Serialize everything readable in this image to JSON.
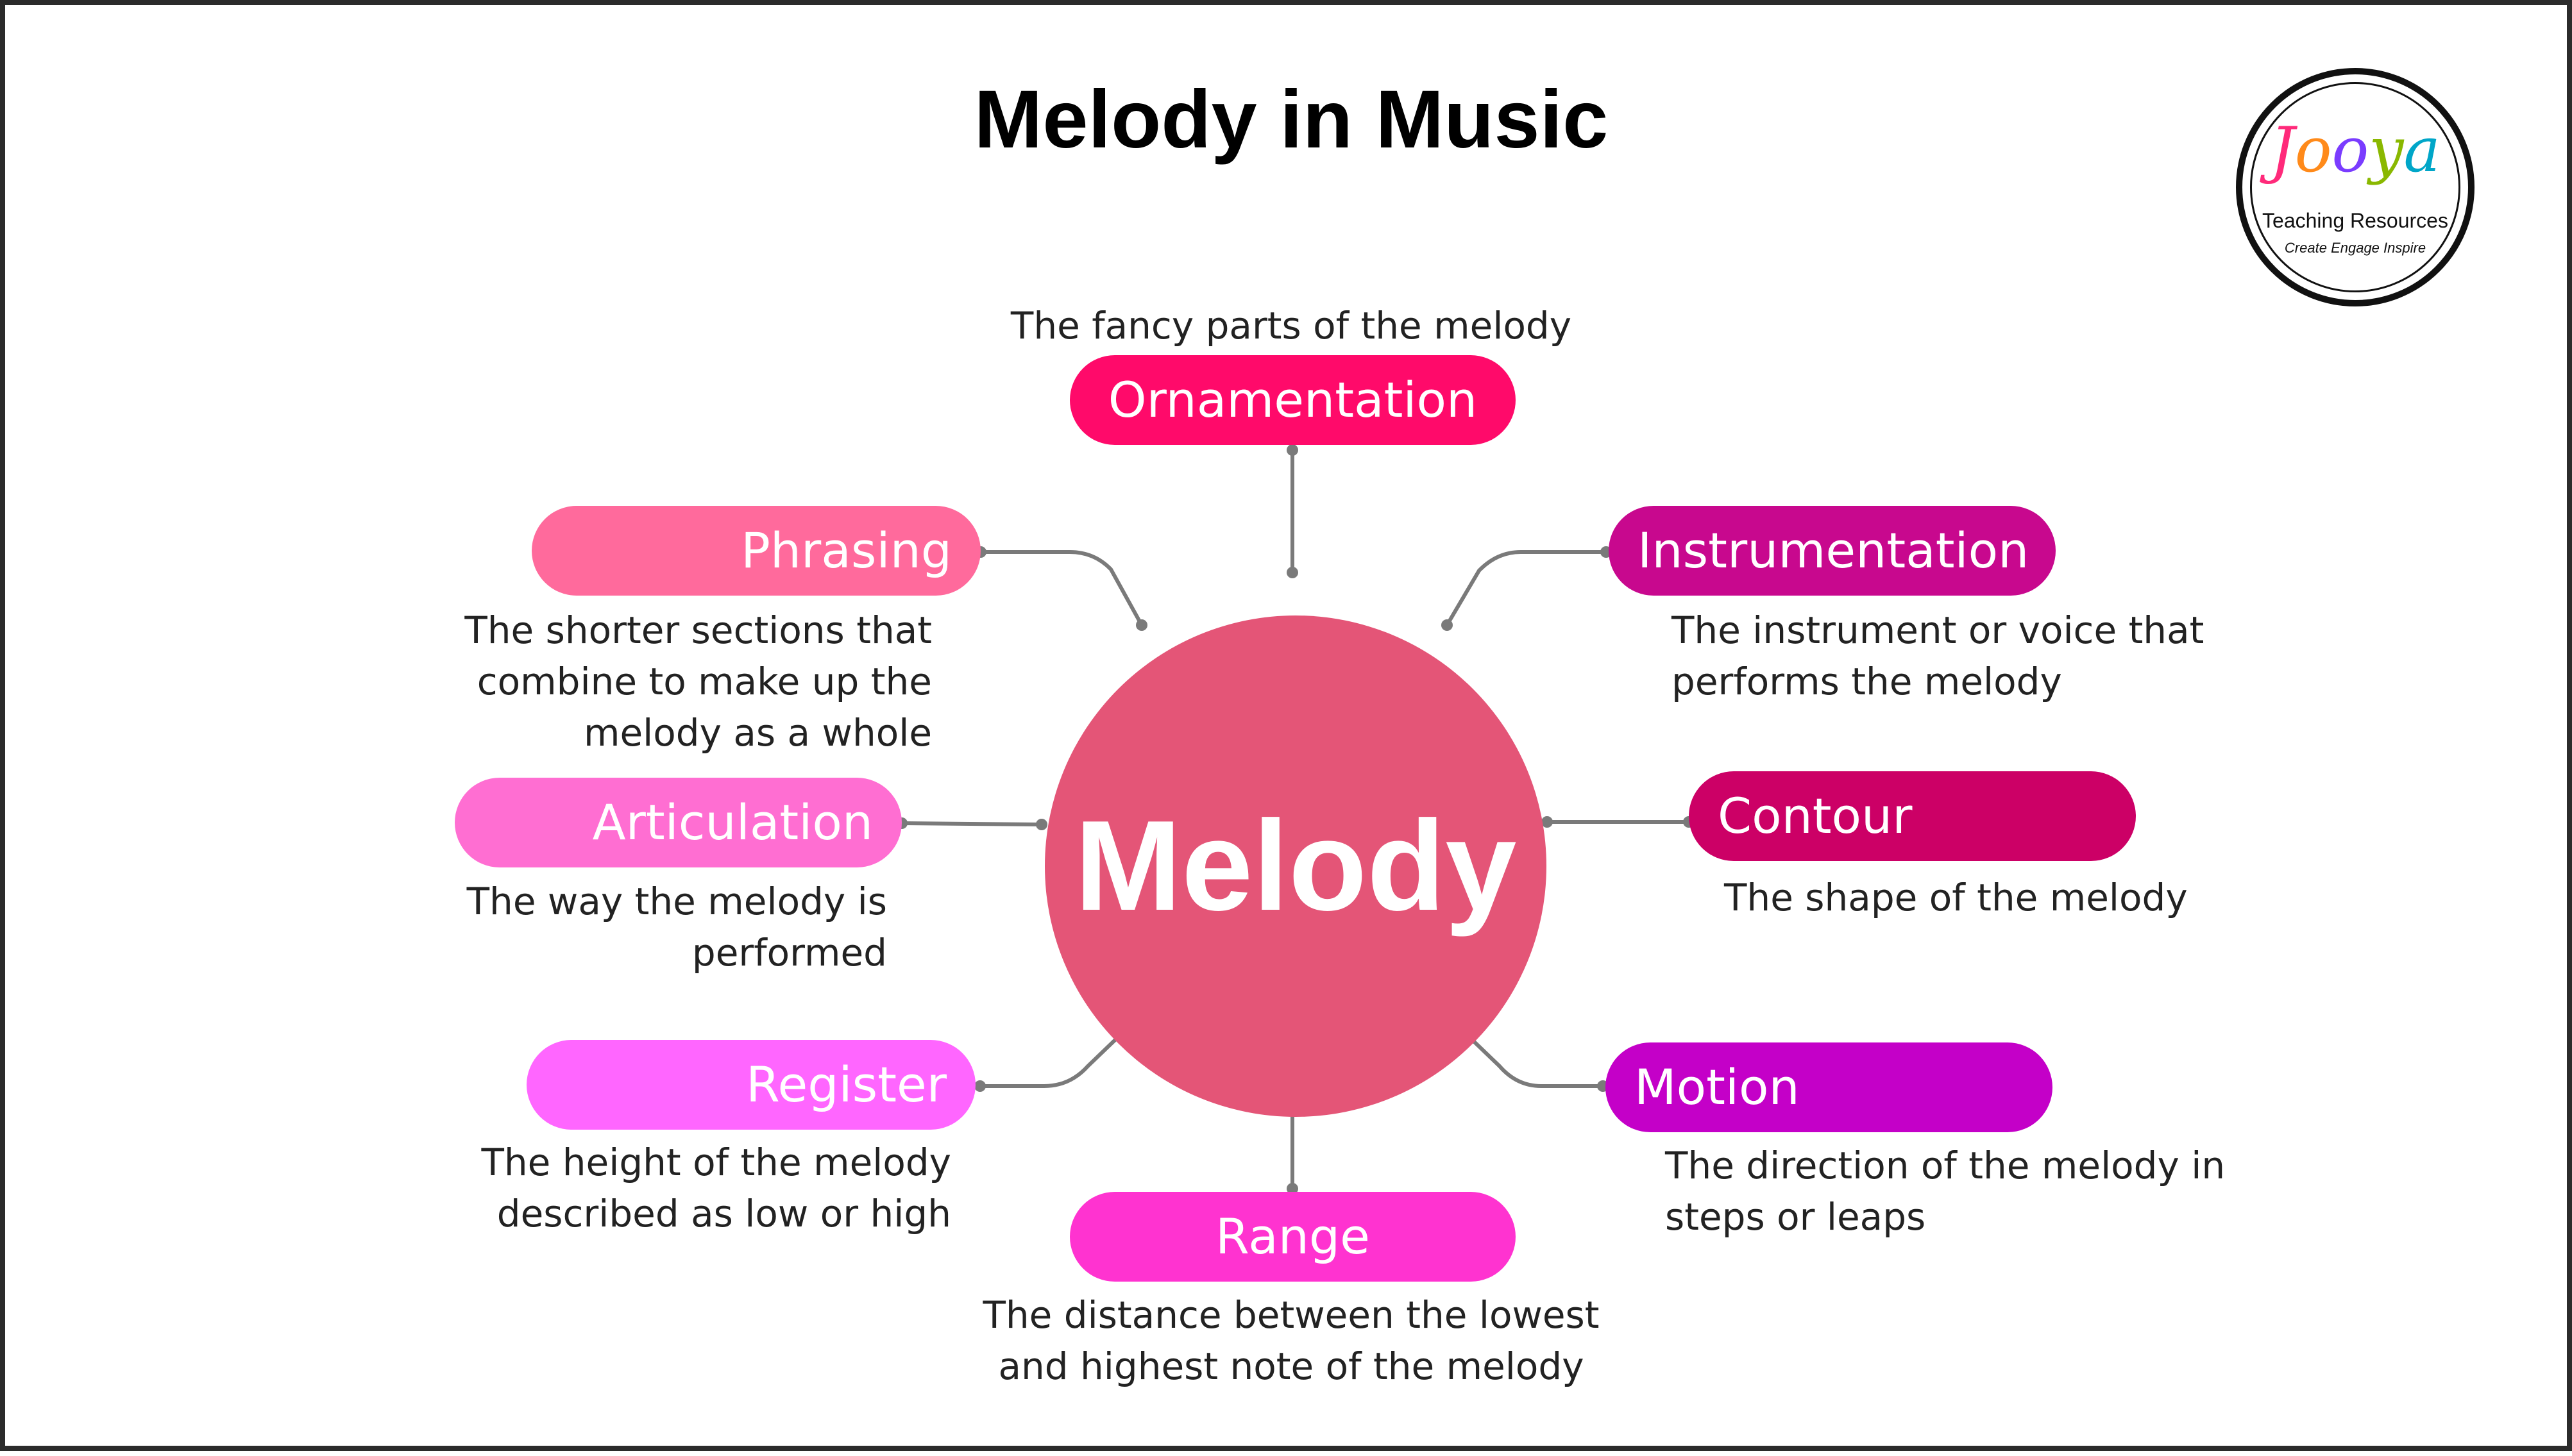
{
  "title": "Melody in Music",
  "center": {
    "label": "Melody",
    "color": "#e45577"
  },
  "connector_color": "#7a7a7a",
  "nodes": {
    "ornamentation": {
      "label": "Ornamentation",
      "color": "#ff0a6a",
      "description": "The fancy parts of the melody"
    },
    "phrasing": {
      "label": "Phrasing",
      "color": "#ff6a9c",
      "description": "The shorter sections that\ncombine to make up the\nmelody as a whole"
    },
    "instrumentation": {
      "label": "Instrumentation",
      "color": "#c8088e",
      "description": "The instrument or voice that\nperforms the melody"
    },
    "articulation": {
      "label": "Articulation",
      "color": "#ff6ed2",
      "description": "The way the melody is\nperformed"
    },
    "contour": {
      "label": "Contour",
      "color": "#cc0066",
      "description": "The shape of the melody"
    },
    "register": {
      "label": "Register",
      "color": "#ff66ff",
      "description": "The height of the melody\ndescribed as low or high"
    },
    "motion": {
      "label": "Motion",
      "color": "#c400c8",
      "description": "The direction of the melody in\nsteps or leaps"
    },
    "range": {
      "label": "Range",
      "color": "#ff33d0",
      "description": "The distance between the lowest\nand highest note of the melody"
    }
  },
  "logo": {
    "word": [
      "J",
      "o",
      "o",
      "y",
      "a"
    ],
    "word_colors": [
      "#ff2a7a",
      "#ff8a1a",
      "#7a3cff",
      "#8ab800",
      "#00a6c8"
    ],
    "subtitle": "Teaching Resources",
    "tagline": "Create  Engage  Inspire"
  }
}
